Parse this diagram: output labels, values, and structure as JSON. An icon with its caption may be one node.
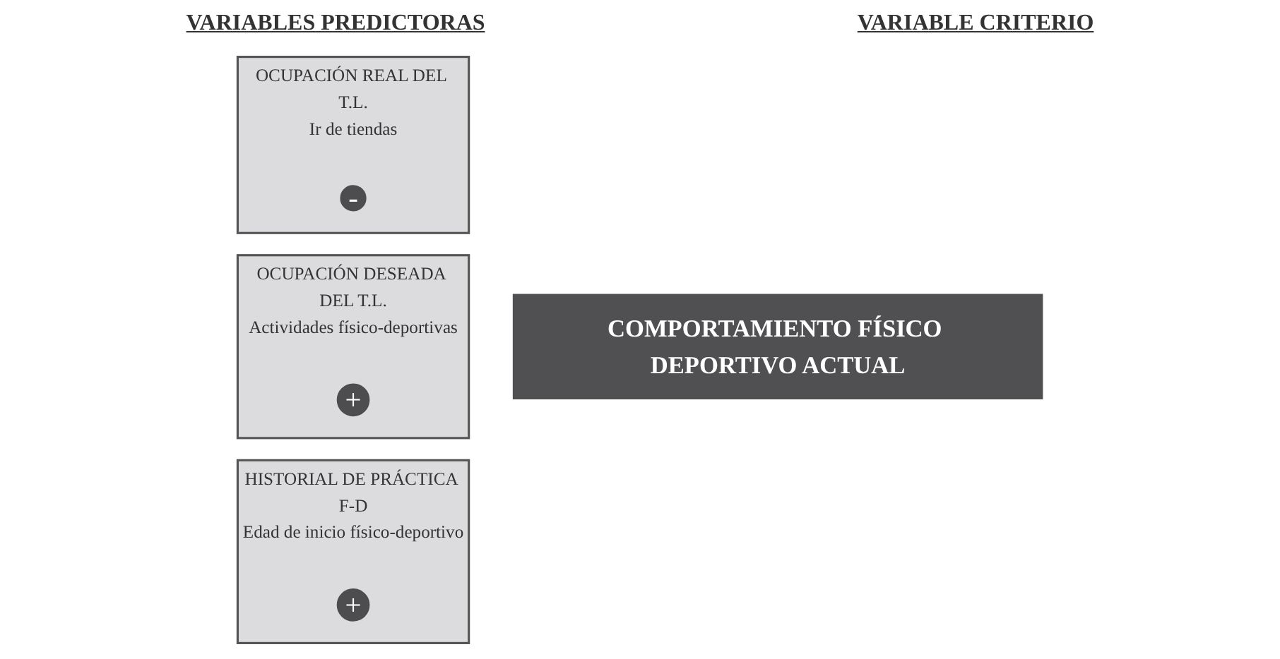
{
  "diagram": {
    "nodes": [
      {
        "text": [
          "OCUPACIÓN REAL DEL T.L.",
          "Ir de tiendas"
        ]
      },
      {
        "text": [
          "-"
        ],
        "in": 0
      },
      {
        "text": [
          "OCUPACIÓN DESEADA DEL T.L.",
          "Actividades físico-deportivas"
        ]
      },
      {
        "text": [
          "+"
        ],
        "in": 2
      },
      {
        "text": [
          "HISTORIAL DE PRÁCTICA F-D",
          "Edad de inicio físico-deportivo"
        ]
      },
      {
        "text": [
          "+"
        ],
        "in": 4
      },
      {
        "text": [
          "COMPORTAMIENTO FÍSICO DEPORTIVO ACTUAL"
        ]
      }
    ],
    "labels": [
      "VARIABLES PREDICTORAS",
      "VARIABLE CRITERIO"
    ]
  }
}
